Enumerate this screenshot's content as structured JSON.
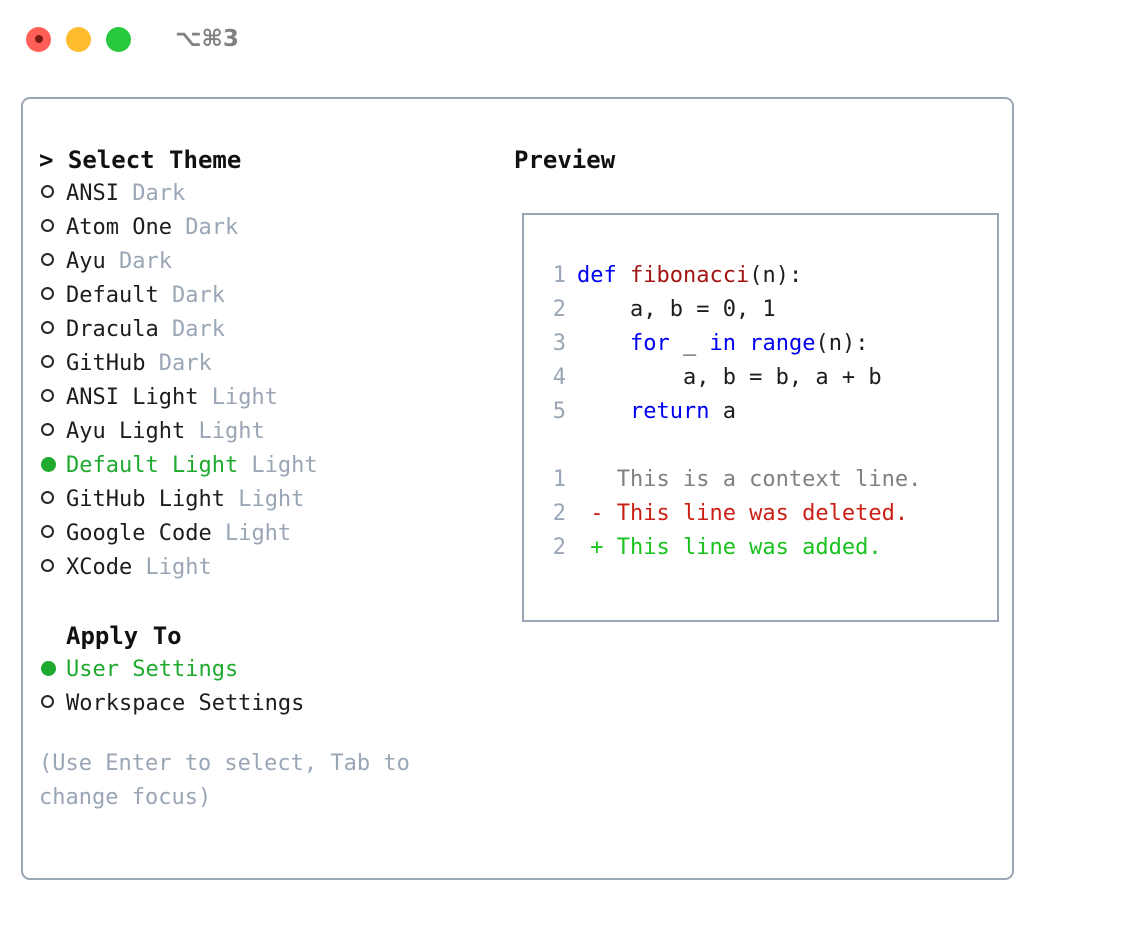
{
  "titlebar": {
    "shortcut": "⌥⌘3",
    "lights": [
      "close-red",
      "minimize-yellow",
      "maximize-green"
    ]
  },
  "theme_picker": {
    "header": "> Select Theme",
    "items": [
      {
        "label": "ANSI",
        "tag": " Dark",
        "selected": false
      },
      {
        "label": "Atom One",
        "tag": " Dark",
        "selected": false
      },
      {
        "label": "Ayu",
        "tag": " Dark",
        "selected": false
      },
      {
        "label": "Default",
        "tag": " Dark",
        "selected": false
      },
      {
        "label": "Dracula",
        "tag": " Dark",
        "selected": false
      },
      {
        "label": "GitHub",
        "tag": " Dark",
        "selected": false
      },
      {
        "label": "ANSI Light",
        "tag": " Light",
        "selected": false
      },
      {
        "label": "Ayu Light",
        "tag": " Light",
        "selected": false
      },
      {
        "label": "Default Light",
        "tag": " Light",
        "selected": true
      },
      {
        "label": "GitHub Light",
        "tag": " Light",
        "selected": false
      },
      {
        "label": "Google Code",
        "tag": " Light",
        "selected": false
      },
      {
        "label": "XCode",
        "tag": " Light",
        "selected": false
      }
    ]
  },
  "apply_to": {
    "header": "Apply To",
    "items": [
      {
        "label": "User Settings",
        "selected": true
      },
      {
        "label": "Workspace Settings",
        "selected": false
      }
    ]
  },
  "hint": "(Use Enter to select, Tab to change focus)",
  "preview": {
    "title": "Preview",
    "code_lines": [
      {
        "num": "1",
        "tokens": [
          {
            "t": "def ",
            "c": "kw"
          },
          {
            "t": "fibonacci",
            "c": "fn"
          },
          {
            "t": "(n):",
            "c": "plain"
          }
        ]
      },
      {
        "num": "2",
        "tokens": [
          {
            "t": "    a, b = 0, 1",
            "c": "plain"
          }
        ]
      },
      {
        "num": "3",
        "tokens": [
          {
            "t": "    ",
            "c": "plain"
          },
          {
            "t": "for",
            "c": "kw"
          },
          {
            "t": " _ ",
            "c": "plain"
          },
          {
            "t": "in",
            "c": "kw"
          },
          {
            "t": " ",
            "c": "plain"
          },
          {
            "t": "range",
            "c": "kw"
          },
          {
            "t": "(n):",
            "c": "plain"
          }
        ]
      },
      {
        "num": "4",
        "tokens": [
          {
            "t": "        a, b = b, a + b",
            "c": "plain"
          }
        ]
      },
      {
        "num": "5",
        "tokens": [
          {
            "t": "    ",
            "c": "plain"
          },
          {
            "t": "return",
            "c": "kw"
          },
          {
            "t": " a",
            "c": "plain"
          }
        ]
      }
    ],
    "diff_lines": [
      {
        "num": "1",
        "tokens": [
          {
            "t": "   This is a context line.",
            "c": "ctx"
          }
        ]
      },
      {
        "num": "2",
        "tokens": [
          {
            "t": " - This line was deleted.",
            "c": "del"
          }
        ]
      },
      {
        "num": "2",
        "tokens": [
          {
            "t": " + This line was added.",
            "c": "add"
          }
        ]
      }
    ]
  },
  "colors": {
    "selected_green": "#1faa2f",
    "muted_gray": "#9aa6b6",
    "keyword_blue": "#0000f0",
    "function_red": "#a31515",
    "diff_deleted": "#cc1f14",
    "diff_added": "#19c21f",
    "panel_border": "#9aa6b6"
  }
}
